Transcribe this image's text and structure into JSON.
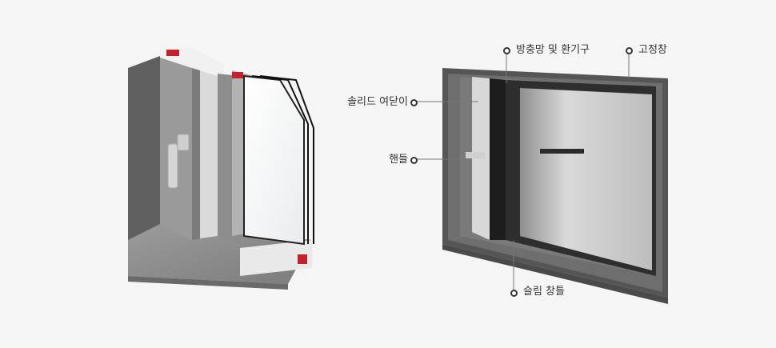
{
  "callouts": {
    "screen_vent": "방충망 및 환기구",
    "fixed_window": "고정창",
    "solid_sash": "솔리드 여닫이",
    "handle": "핸들",
    "slim_frame": "슬림 창틀"
  }
}
